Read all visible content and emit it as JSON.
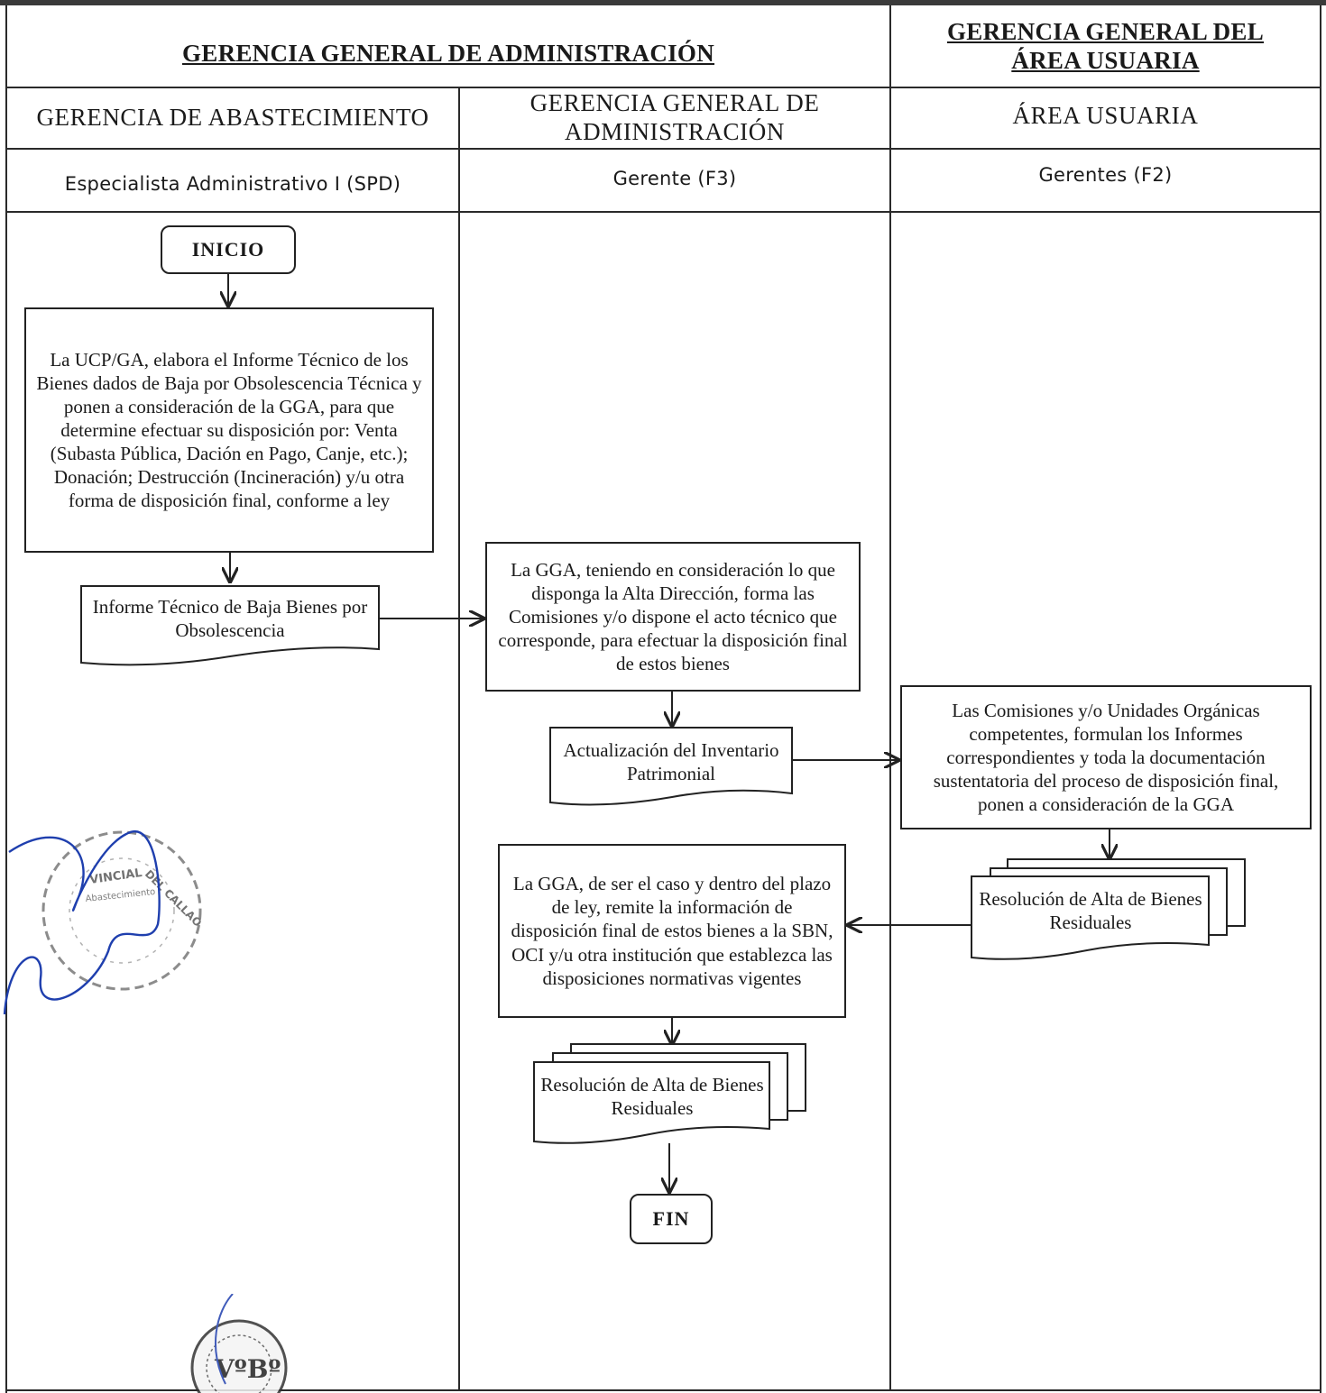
{
  "headers": {
    "group_admin": "GERENCIA GENERAL DE ADMINISTRACIÓN",
    "group_user_line1": "GERENCIA GENERAL DEL",
    "group_user_line2": "ÁREA USUARIA",
    "lane1_title": "GERENCIA DE ABASTECIMIENTO",
    "lane2_title_line1": "GERENCIA GENERAL DE",
    "lane2_title_line2": "ADMINISTRACIÓN",
    "lane3_title": "ÁREA USUARIA",
    "lane1_role": "Especialista Administrativo I (SPD)",
    "lane2_role": "Gerente (F3)",
    "lane3_role": "Gerentes (F2)"
  },
  "nodes": {
    "start": "INICIO",
    "step1": "La UCP/GA, elabora el Informe Técnico de los Bienes dados de Baja por Obsolescencia Técnica y ponen a consideración de la GGA, para que determine efectuar su disposición por: Venta (Subasta Pública, Dación en Pago, Canje, etc.); Donación; Destrucción (Incineración) y/u otra forma de disposición final, conforme a ley",
    "doc1": "Informe Técnico de Baja Bienes por Obsolescencia",
    "step2": "La GGA, teniendo en consideración lo que disponga la Alta Dirección, forma las Comisiones y/o dispone el acto técnico que corresponde, para efectuar la disposición final de estos bienes",
    "doc2": "Actualización del Inventario Patrimonial",
    "step3": "Las Comisiones y/o Unidades Orgánicas competentes, formulan los Informes correspondientes y toda la documentación sustentatoria del proceso de disposición final, ponen a consideración de la GGA",
    "doc3": "Resolución de Alta de Bienes Residuales",
    "step4": "La GGA, de ser el caso y dentro del plazo de ley, remite la información de disposición final de estos bienes a la SBN, OCI y/u otra institución que establezca las disposiciones normativas vigentes",
    "doc4": "Resolución de Alta de Bienes Residuales",
    "end": "FIN"
  },
  "stamps": {
    "stamp1_text": "VINCIAL DEL CALLAO · Abastecimiento",
    "stamp2_text": "MUNICIPALIDAD PROVINCIAL DEL CALLAO · GERENCIA GENERAL DE ADMINISTRACIÓN · VºBº"
  },
  "colors": {
    "line": "#222222",
    "signature": "#1f3fae"
  }
}
